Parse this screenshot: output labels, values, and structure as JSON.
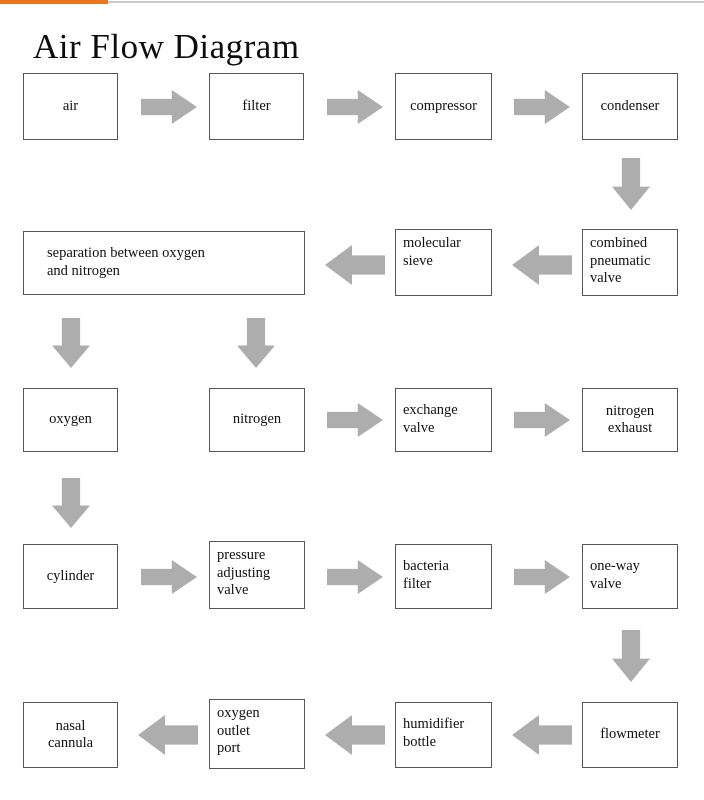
{
  "page": {
    "title": "Air Flow Diagram",
    "accent_orange": "#e8761c",
    "accent_gray": "#c9c9c9",
    "arrow_color": "#adadad",
    "box_border_color": "#555555",
    "background": "#ffffff"
  },
  "chart_data": {
    "type": "diagram",
    "title": "Air Flow Diagram",
    "nodes": [
      {
        "id": "air",
        "label": "air"
      },
      {
        "id": "filter",
        "label": "filter"
      },
      {
        "id": "compressor",
        "label": "compressor"
      },
      {
        "id": "condenser",
        "label": "condenser"
      },
      {
        "id": "combined-pneumatic-valve",
        "label": "combined\npneumatic\nvalve"
      },
      {
        "id": "molecular-sieve",
        "label": "molecular\nsieve"
      },
      {
        "id": "separation",
        "label": "separation between oxygen\nand nitrogen"
      },
      {
        "id": "oxygen",
        "label": "oxygen"
      },
      {
        "id": "nitrogen",
        "label": "nitrogen"
      },
      {
        "id": "exchange-valve",
        "label": "exchange\nvalve"
      },
      {
        "id": "nitrogen-exhaust",
        "label": "nitrogen\nexhaust"
      },
      {
        "id": "cylinder",
        "label": "cylinder"
      },
      {
        "id": "pressure-adjusting-valve",
        "label": "pressure\nadjusting\nvalve"
      },
      {
        "id": "bacteria-filter",
        "label": "bacteria\nfilter"
      },
      {
        "id": "one-way-valve",
        "label": "one-way\nvalve"
      },
      {
        "id": "flowmeter",
        "label": "flowmeter"
      },
      {
        "id": "humidifier-bottle",
        "label": "humidifier\nbottle"
      },
      {
        "id": "oxygen-outlet-port",
        "label": "oxygen\noutlet\nport"
      },
      {
        "id": "nasal-cannula",
        "label": "nasal\ncannula"
      }
    ],
    "edges": [
      {
        "from": "air",
        "to": "filter",
        "direction": "right"
      },
      {
        "from": "filter",
        "to": "compressor",
        "direction": "right"
      },
      {
        "from": "compressor",
        "to": "condenser",
        "direction": "right"
      },
      {
        "from": "condenser",
        "to": "combined-pneumatic-valve",
        "direction": "down"
      },
      {
        "from": "combined-pneumatic-valve",
        "to": "molecular-sieve",
        "direction": "left"
      },
      {
        "from": "molecular-sieve",
        "to": "separation",
        "direction": "left"
      },
      {
        "from": "separation",
        "to": "oxygen",
        "direction": "down"
      },
      {
        "from": "separation",
        "to": "nitrogen",
        "direction": "down"
      },
      {
        "from": "nitrogen",
        "to": "exchange-valve",
        "direction": "right"
      },
      {
        "from": "exchange-valve",
        "to": "nitrogen-exhaust",
        "direction": "right"
      },
      {
        "from": "oxygen",
        "to": "cylinder",
        "direction": "down"
      },
      {
        "from": "cylinder",
        "to": "pressure-adjusting-valve",
        "direction": "right"
      },
      {
        "from": "pressure-adjusting-valve",
        "to": "bacteria-filter",
        "direction": "right"
      },
      {
        "from": "bacteria-filter",
        "to": "one-way-valve",
        "direction": "right"
      },
      {
        "from": "one-way-valve",
        "to": "flowmeter",
        "direction": "down"
      },
      {
        "from": "flowmeter",
        "to": "humidifier-bottle",
        "direction": "left"
      },
      {
        "from": "humidifier-bottle",
        "to": "oxygen-outlet-port",
        "direction": "left"
      },
      {
        "from": "oxygen-outlet-port",
        "to": "nasal-cannula",
        "direction": "left"
      }
    ]
  },
  "nodes": {
    "air": "air",
    "filter": "filter",
    "compressor": "compressor",
    "condenser": "condenser",
    "combined_pneumatic_valve": "combined\npneumatic\nvalve",
    "molecular_sieve": "molecular\nsieve",
    "separation": "separation between oxygen\nand nitrogen",
    "oxygen": "oxygen",
    "nitrogen": "nitrogen",
    "exchange_valve": "exchange\nvalve",
    "nitrogen_exhaust": "nitrogen\nexhaust",
    "cylinder": "cylinder",
    "pressure_adjusting_valve": "pressure\nadjusting\nvalve",
    "bacteria_filter": "bacteria\nfilter",
    "one_way_valve": "one-way\nvalve",
    "flowmeter": "flowmeter",
    "humidifier_bottle": "humidifier\nbottle",
    "oxygen_outlet_port": "oxygen\noutlet\nport",
    "nasal_cannula": "nasal\ncannula"
  }
}
